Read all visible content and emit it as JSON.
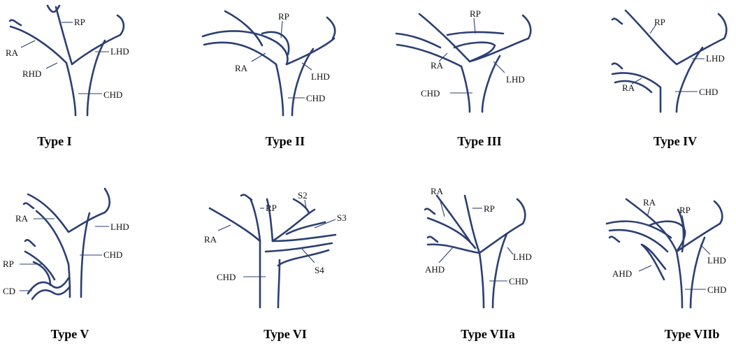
{
  "panels": [
    {
      "caption": "Type I",
      "labels": {
        "rp": "RP",
        "ra": "RA",
        "rhd": "RHD",
        "lhd": "LHD",
        "chd": "CHD"
      }
    },
    {
      "caption": "Type II",
      "labels": {
        "rp": "RP",
        "ra": "RA",
        "lhd": "LHD",
        "chd": "CHD"
      }
    },
    {
      "caption": "Type III",
      "labels": {
        "rp": "RP",
        "ra": "RA",
        "lhd": "LHD",
        "chd": "CHD"
      }
    },
    {
      "caption": "Type IV",
      "labels": {
        "rp": "RP",
        "ra": "RA",
        "lhd": "LHD",
        "chd": "CHD"
      }
    },
    {
      "caption": "Type V",
      "labels": {
        "ra": "RA",
        "rp": "RP",
        "lhd": "LHD",
        "chd": "CHD",
        "cd": "CD"
      }
    },
    {
      "caption": "Type VI",
      "labels": {
        "rp": "RP",
        "ra": "RA",
        "s2": "S2",
        "s3": "S3",
        "s4": "S4",
        "chd": "CHD"
      }
    },
    {
      "caption": "Type VIIa",
      "labels": {
        "ra": "RA",
        "rp": "RP",
        "ahd": "AHD",
        "lhd": "LHD",
        "chd": "CHD"
      }
    },
    {
      "caption": "Type VIIb",
      "labels": {
        "ra": "RA",
        "rp": "RP",
        "ahd": "AHD",
        "lhd": "LHD",
        "chd": "CHD"
      }
    }
  ]
}
